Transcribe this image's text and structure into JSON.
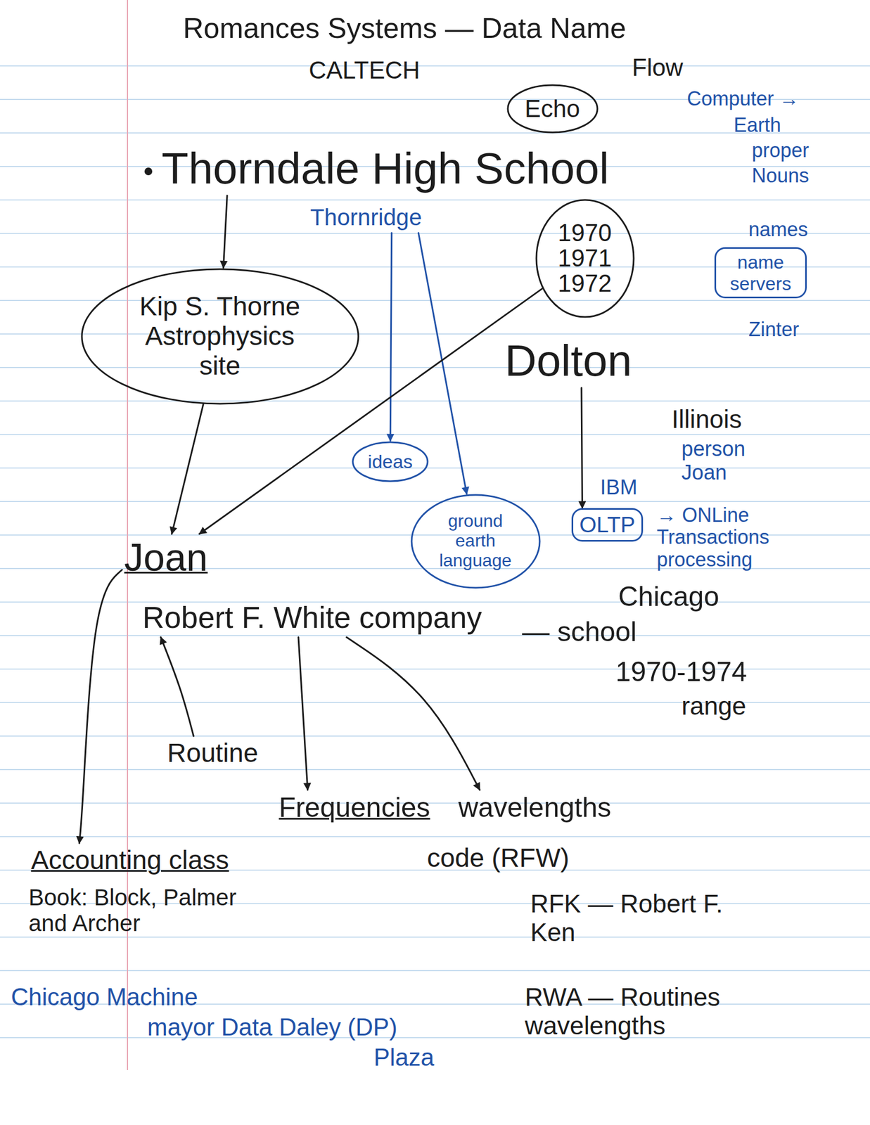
{
  "diagram": {
    "title": "Romances Systems — Data Name",
    "nodes": [
      {
        "text": [
          "Echo"
        ]
      },
      {
        "text": [
          "Thorndale High School"
        ]
      },
      {
        "text": [
          "Thornridge"
        ]
      },
      {
        "text": [
          "1970 1971 1972"
        ]
      },
      {
        "text": [
          "name servers"
        ]
      },
      {
        "text": [
          "Kip S. Thorne",
          "Astrophysics site"
        ]
      },
      {
        "text": [
          "Dolton"
        ]
      },
      {
        "text": [
          "ideas"
        ]
      },
      {
        "text": [
          "ground earth language"
        ]
      },
      {
        "text": [
          "OLTP"
        ]
      },
      {
        "text": [
          "Joan"
        ]
      },
      {
        "text": [
          "Robert F. White company"
        ]
      },
      {
        "text": [
          "Routine"
        ]
      },
      {
        "text": [
          "Frequencies"
        ]
      },
      {
        "text": [
          "wavelengths"
        ]
      },
      {
        "text": [
          "Accounting class"
        ]
      }
    ],
    "edges": [
      {
        "from": 1,
        "to": 5,
        "arrow": "to"
      },
      {
        "from": 2,
        "to": 7,
        "arrow": "to"
      },
      {
        "from": 2,
        "to": 8,
        "arrow": "to"
      },
      {
        "from": 5,
        "to": 10,
        "arrow": "to"
      },
      {
        "from": 3,
        "to": 10,
        "arrow": "to"
      },
      {
        "from": 6,
        "to": 9,
        "arrow": "to"
      },
      {
        "from": 10,
        "to": 15,
        "arrow": "to"
      },
      {
        "from": 12,
        "to": 11,
        "arrow": "to"
      },
      {
        "from": 11,
        "to": 13,
        "arrow": "to"
      },
      {
        "from": 11,
        "to": 14,
        "arrow": "to"
      }
    ],
    "labels": [
      "CALTECH",
      "Flow",
      "Computer →",
      "Earth",
      "proper",
      "Nouns",
      "names",
      "Zinter",
      "Illinois",
      "person Joan",
      "IBM",
      "→ ONLine Transactions processing",
      "Chicago",
      "— school",
      "1970-1974",
      "range",
      "code (RFW)",
      "RFK — Robert F. Ken",
      "RWA — Routines wavelengths",
      "Book: Block, Palmer and Archer",
      "Chicago Machine",
      "mayor Data Daley (DP)",
      "Plaza"
    ]
  }
}
